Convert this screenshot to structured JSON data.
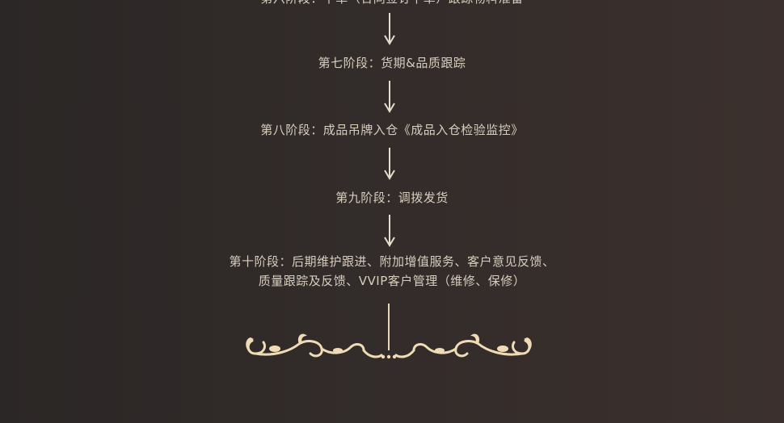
{
  "stages": {
    "stage6": "第六阶段：下单（合同签订下单）跟踪物料准备",
    "stage7": "第七阶段：货期&品质跟踪",
    "stage8": "第八阶段：成品吊牌入仓《成品入仓检验监控》",
    "stage9": "第九阶段：调拨发货",
    "stage10_line1": "第十阶段：后期维护跟进、附加增值服务、客户意见反馈、",
    "stage10_line2": "质量跟踪及反馈、VVIP客户管理（维修、保修）"
  },
  "colors": {
    "background_left": "#2b2726",
    "background_right": "#3b302d",
    "text": "#d7cdbd",
    "arrow": "#e6dccb",
    "ornament": "#f0dcb4"
  },
  "icons": {
    "arrow": "down-arrow-icon",
    "ornament": "flourish-divider-icon"
  }
}
